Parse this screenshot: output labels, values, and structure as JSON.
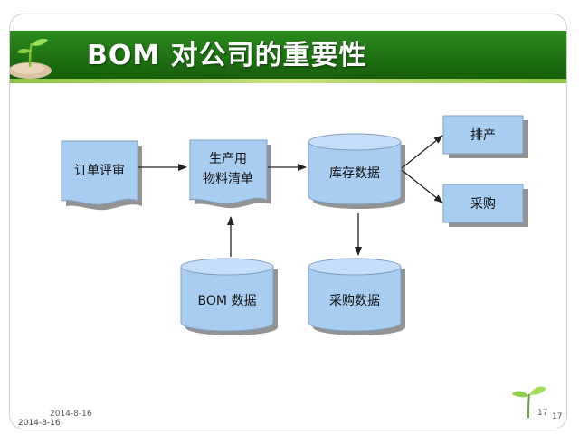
{
  "slide": {
    "title": "BOM 对公司的重要性",
    "footer_date": "2014-8-16",
    "footer_date_overlay": "2014-8-16",
    "page_number": "17",
    "page_number_overlay": "17"
  },
  "diagram": {
    "nodes": {
      "order_review": "订单评审",
      "production_bom_line1": "生产用",
      "production_bom_line2": "物料清单",
      "inventory_data": "库存数据",
      "scheduling": "排产",
      "purchasing": "采购",
      "bom_data": "BOM  数据",
      "purchase_data": "采购数据"
    }
  },
  "colors": {
    "title_bar": "#1f6f12",
    "shape_fill": "#a9cdf0",
    "shape_stroke": "#6f8fb0",
    "shadow": "#3a3a3a"
  }
}
